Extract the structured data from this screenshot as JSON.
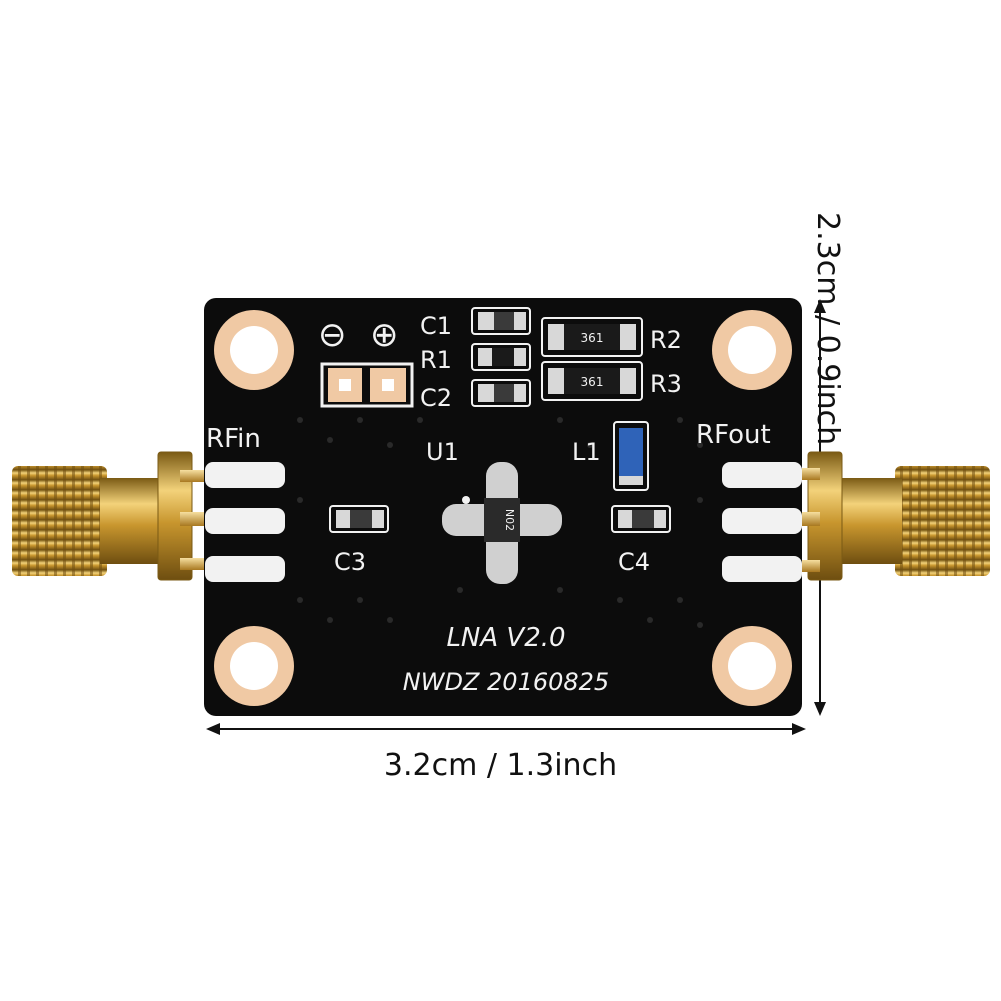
{
  "board": {
    "labels": {
      "minus": "⊖",
      "plus": "⊕",
      "c1": "C1",
      "r1": "R1",
      "c2": "C2",
      "r2": "R2",
      "r3": "R3",
      "rf_in": "RFin",
      "rf_out": "RFout",
      "u1": "U1",
      "l1": "L1",
      "c3": "C3",
      "c4": "C4",
      "chip": "N02",
      "resistor_code": "361",
      "model": "LNA V2.0",
      "maker": "NWDZ 20160825"
    },
    "colors": {
      "pcb": "#0c0c0c",
      "copper_pad": "#f0c9a4",
      "gold": "#d4a43a",
      "silkscreen": "#f2f2f2",
      "inductor": "#2f63b8"
    }
  },
  "dimensions": {
    "width": "3.2cm / 1.3inch",
    "height": "2.3cm / 0.9inch"
  }
}
